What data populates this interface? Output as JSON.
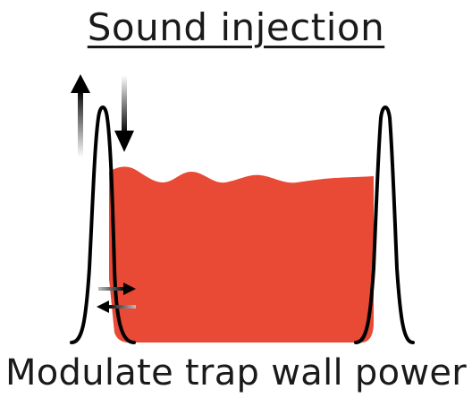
{
  "title": "Sound injection",
  "caption": "Modulate trap wall power",
  "colors": {
    "fluid": "#E84A35",
    "wall_outline": "#000000",
    "text": "#1a1a1a"
  },
  "icons": {
    "arrow_up": "up-arrow-gradient",
    "arrow_down": "down-arrow-gradient",
    "arrow_right": "right-arrow-gradient",
    "arrow_left": "left-arrow-gradient"
  }
}
